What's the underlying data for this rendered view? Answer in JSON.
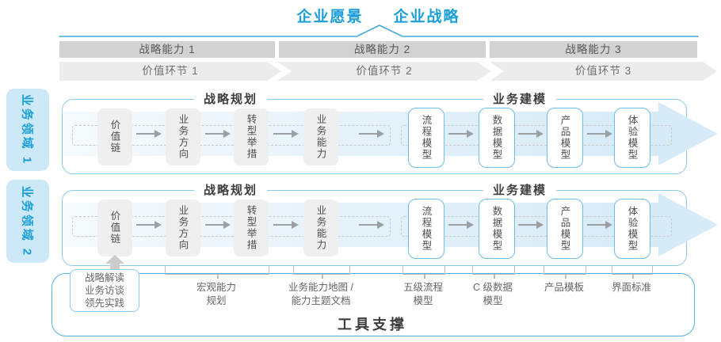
{
  "colors": {
    "accent_blue": "#1a9ed9",
    "row_border_blue": "#8ccaea",
    "container_border_blue": "#55b0dd",
    "band_dark_gray": "#d2d2d2",
    "band_light_gray": "#ececec",
    "box_gray": "#efefef",
    "flow_band_blue": "#d6eaf7"
  },
  "header": {
    "vision": "企业愿景",
    "strategy": "企业战略"
  },
  "strategic_capabilities": [
    "战略能力 1",
    "战略能力 2",
    "战略能力 3"
  ],
  "value_links": [
    "价值环节 1",
    "价值环节 2",
    "价值环节 3"
  ],
  "domains": [
    "业务领域 1",
    "业务领域 2"
  ],
  "sections": {
    "planning": "战略规划",
    "modeling": "业务建模"
  },
  "planning_boxes": [
    "价值链",
    "业务方向",
    "转型举措",
    "业务能力"
  ],
  "modeling_boxes": [
    "流程模型",
    "数据模型",
    "产品模型",
    "体验模型"
  ],
  "inputs_box": {
    "lines": [
      "战略解读",
      "业务访谈",
      "领先实践"
    ]
  },
  "deliverables": [
    {
      "line1": "宏观能力",
      "line2": "规划"
    },
    {
      "line1": "业务能力地图 /",
      "line2": "能力主题文档"
    },
    {
      "line1": "五级流程",
      "line2": "模型"
    },
    {
      "line1": "C 级数据",
      "line2": "模型"
    },
    {
      "line1": "产品模板",
      "line2": ""
    },
    {
      "line1": "界面标准",
      "line2": ""
    }
  ],
  "footer": {
    "tool_support": "工具支撑"
  }
}
